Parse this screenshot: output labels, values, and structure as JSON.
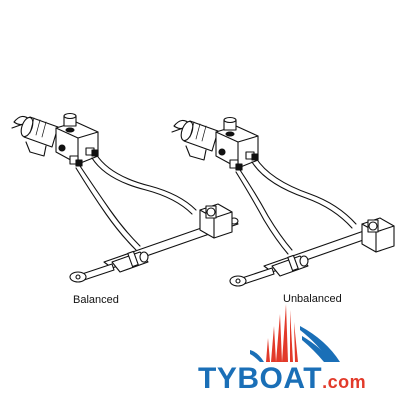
{
  "captions": {
    "left": "Balanced",
    "right": "Unbalanced"
  },
  "logo": {
    "brand": "TYBOAT",
    "dot": ".",
    "tld": "com",
    "icon": "sailboat-sails-icon",
    "colors": {
      "brand": "#1a6fb7",
      "tld": "#e23a2a",
      "sail_red": "#e23a2a",
      "sail_blue": "#1a6fb7"
    }
  },
  "drawing_colors": {
    "line": "#111111",
    "fill": "#ffffff"
  }
}
